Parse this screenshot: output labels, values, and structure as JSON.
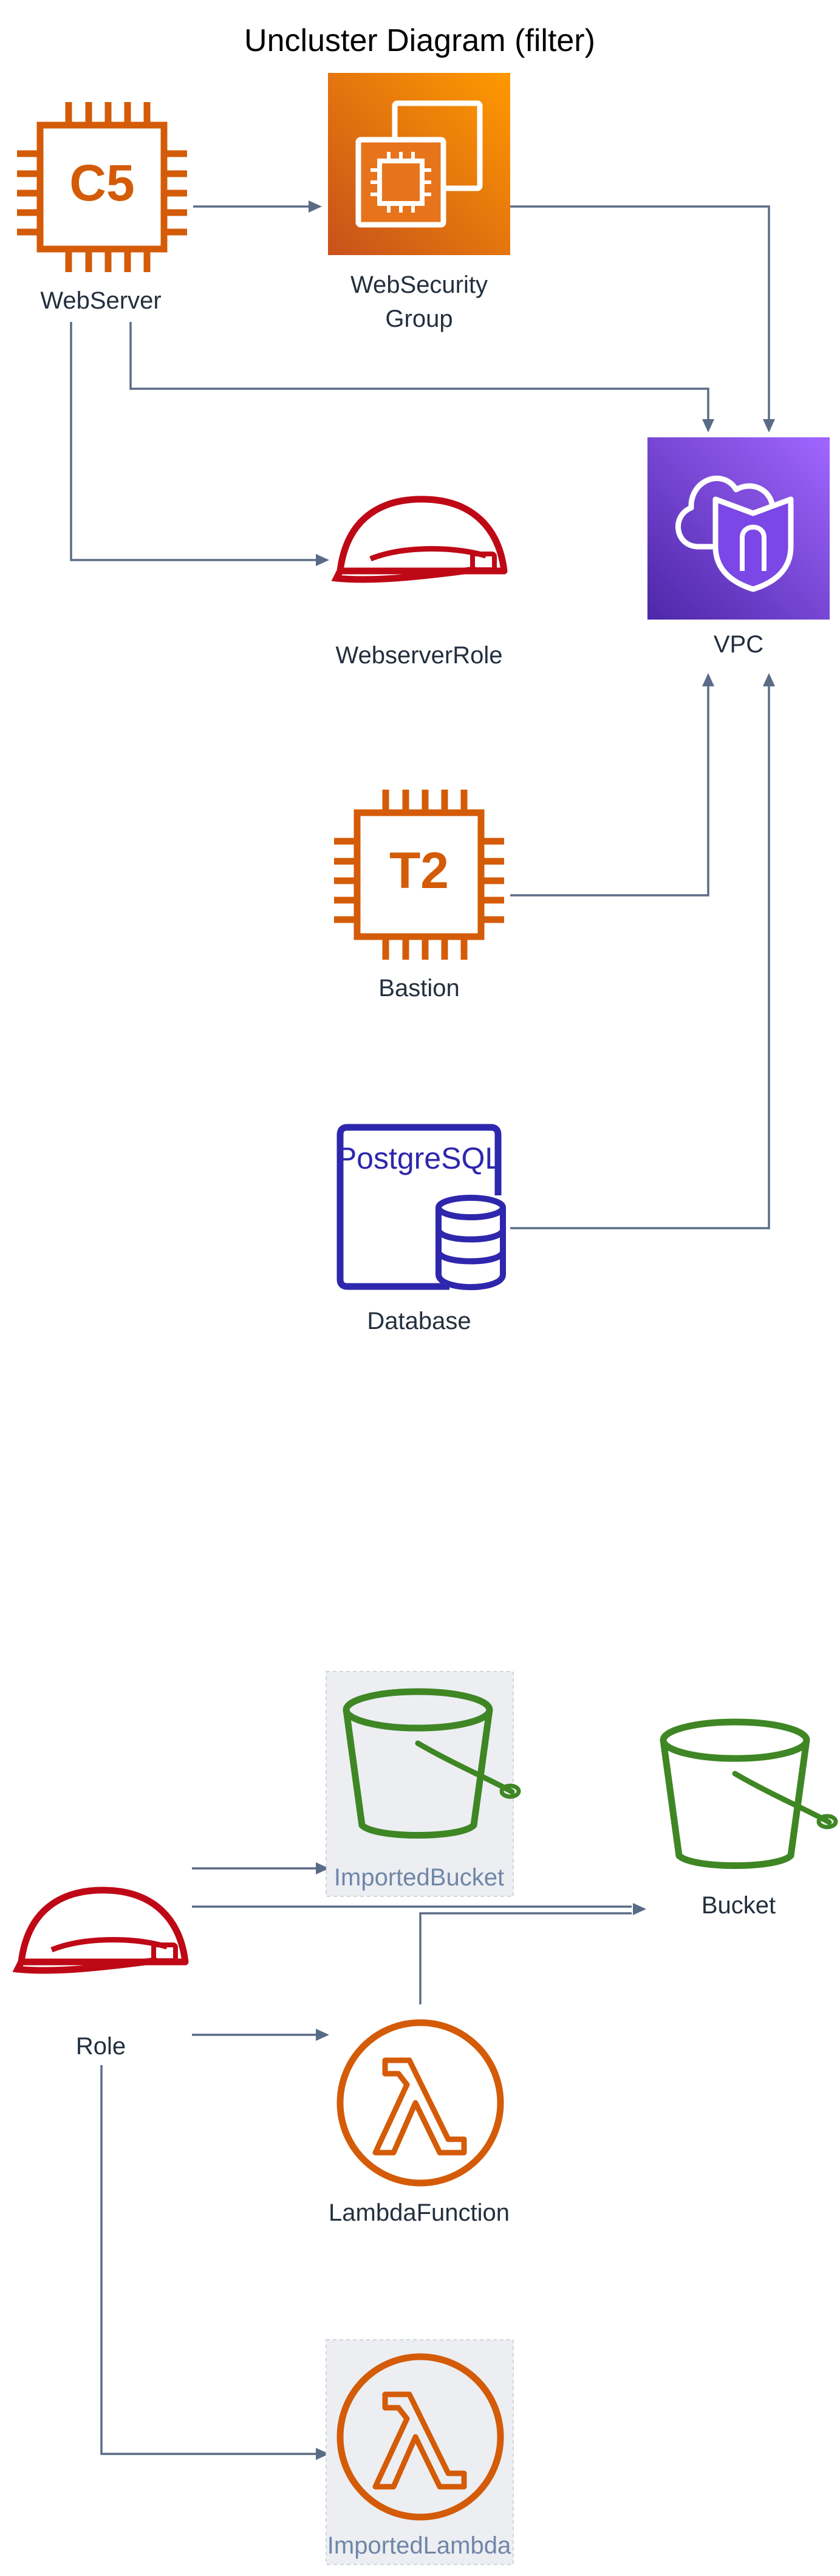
{
  "diagram": {
    "title": "Uncluster Diagram (filter)",
    "nodes": {
      "webserver": {
        "label": "WebServer",
        "badge": "C5",
        "icon": "ec2-instance-icon"
      },
      "websecuritygroup": {
        "label_line1": "WebSecurity",
        "label_line2": "Group",
        "icon": "ec2-security-group-icon"
      },
      "vpc": {
        "label": "VPC",
        "icon": "vpc-icon"
      },
      "webserverrole": {
        "label": "WebserverRole",
        "icon": "iam-role-icon"
      },
      "bastion": {
        "label": "Bastion",
        "badge": "T2",
        "icon": "ec2-instance-icon"
      },
      "database": {
        "label": "Database",
        "badge": "PostgreSQL",
        "icon": "rds-postgresql-icon"
      },
      "importedbucket": {
        "label": "ImportedBucket",
        "icon": "s3-bucket-icon",
        "imported": true
      },
      "bucket": {
        "label": "Bucket",
        "icon": "s3-bucket-icon"
      },
      "role": {
        "label": "Role",
        "icon": "iam-role-icon"
      },
      "lambdafunction": {
        "label": "LambdaFunction",
        "icon": "lambda-icon"
      },
      "importedlambda": {
        "label": "ImportedLambda",
        "icon": "lambda-icon",
        "imported": true
      }
    },
    "edges": [
      {
        "from": "WebServer",
        "to": "WebSecurityGroup"
      },
      {
        "from": "WebServer",
        "to": "VPC"
      },
      {
        "from": "WebServer",
        "to": "WebserverRole"
      },
      {
        "from": "WebSecurityGroup",
        "to": "VPC"
      },
      {
        "from": "Bastion",
        "to": "VPC"
      },
      {
        "from": "Database",
        "to": "VPC"
      },
      {
        "from": "Role",
        "to": "ImportedBucket"
      },
      {
        "from": "Role",
        "to": "Bucket"
      },
      {
        "from": "Role",
        "to": "LambdaFunction"
      },
      {
        "from": "Role",
        "to": "ImportedLambda"
      },
      {
        "from": "LambdaFunction",
        "to": "Bucket"
      }
    ],
    "colors": {
      "compute": "#d45b07",
      "compute_tile": "#e7731b",
      "network": "#8c4fff",
      "iam": "#bf0816",
      "storage": "#3f8624",
      "database": "#2e27ad",
      "edge": "#5a6b86",
      "imported_bg": "#eceef2"
    }
  }
}
